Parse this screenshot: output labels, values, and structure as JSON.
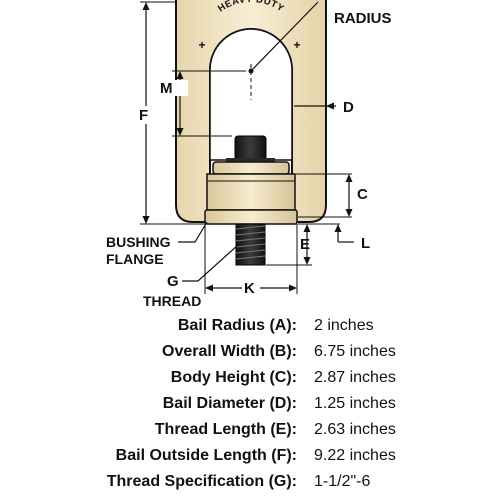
{
  "labels": {
    "radius": "RADIUS",
    "dim_m": "M",
    "dim_f": "F",
    "dim_d": "D",
    "dim_c": "C",
    "dim_e": "E",
    "dim_l": "L",
    "dim_k": "K",
    "dim_g": "G",
    "bushing_line1": "BUSHING",
    "bushing_line2": "FLANGE",
    "thread": "THREAD",
    "stamp_text": "HEAVY DUTY"
  },
  "specs": [
    {
      "label": "Bail Radius (A):",
      "value": "2 inches"
    },
    {
      "label": "Overall Width (B):",
      "value": "6.75 inches"
    },
    {
      "label": "Body Height (C):",
      "value": "2.87 inches"
    },
    {
      "label": "Bail Diameter (D):",
      "value": "1.25 inches"
    },
    {
      "label": "Thread Length (E):",
      "value": "2.63 inches"
    },
    {
      "label": "Bail Outside Length (F):",
      "value": "9.22 inches"
    },
    {
      "label": "Thread Specification (G):",
      "value": "1-1/2\"-6"
    }
  ],
  "colors": {
    "bail_fill": "#f4e8c6",
    "body_fill": "#efe3c1",
    "bolt_fill": "#202020",
    "line": "#111111"
  }
}
